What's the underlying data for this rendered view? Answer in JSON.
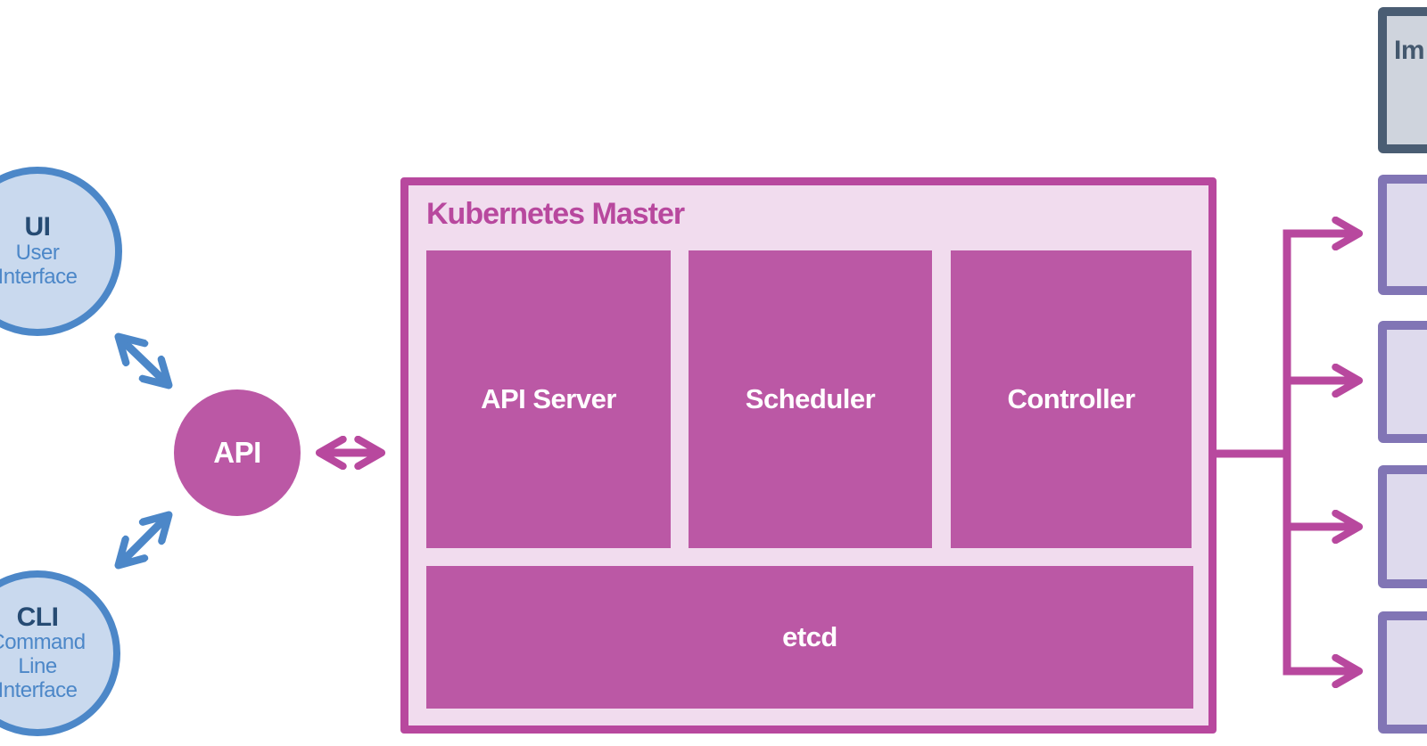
{
  "palette": {
    "blue_border": "#4c87c8",
    "blue_fill": "#c9d9ee",
    "blue_text_dark": "#264b73",
    "magenta_solid": "#bb58a5",
    "magenta_accent": "#b8489e",
    "pink_fill": "#f1dcee",
    "slate_border": "#4a5d73",
    "slate_fill": "#cfd4dd",
    "slate_text": "#44586e",
    "purple_border": "#8175b5",
    "purple_fill": "#dedaed",
    "white_text": "#ffffff"
  },
  "clients": {
    "ui": {
      "abbr": "UI",
      "name": "User Interface"
    },
    "cli": {
      "abbr": "CLI",
      "name": "Command Line Interface"
    }
  },
  "api": {
    "label": "API"
  },
  "master": {
    "title": "Kubernetes Master",
    "components": [
      {
        "label": "API Server"
      },
      {
        "label": "Scheduler"
      },
      {
        "label": "Controller"
      }
    ],
    "datastore": {
      "label": "etcd"
    }
  },
  "registry": {
    "visible_label": "Im"
  },
  "worker_nodes": {
    "count": 4
  }
}
